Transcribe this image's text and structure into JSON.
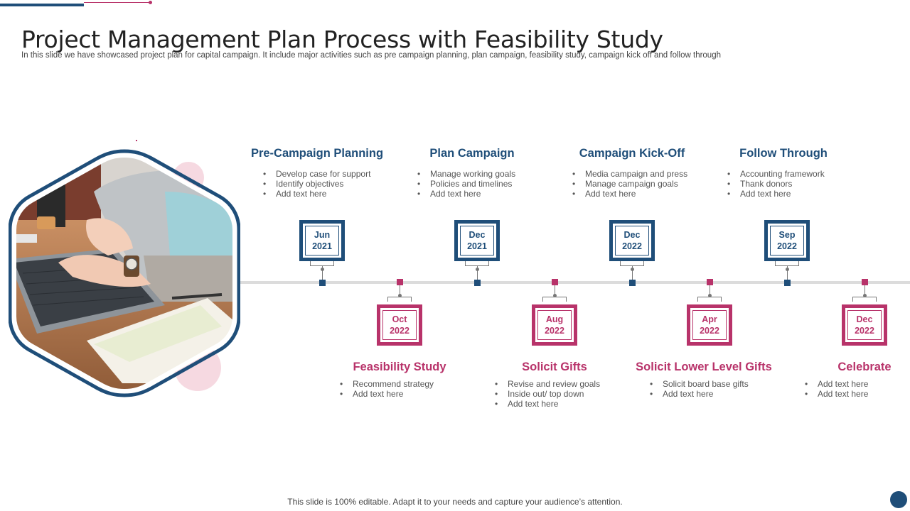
{
  "slide": {
    "title": "Project Management Plan Process with Feasibility Study",
    "subtitle": "In this slide we have showcased project plan for capital campaign. It include major activities such as pre campaign planning, plan campaign, feasibility study, campaign kick off and follow through",
    "footer": "This slide is 100% editable. Adapt it to your needs and capture your audience’s attention."
  },
  "colors": {
    "blue": "#1f4e79",
    "pink": "#b8336a",
    "light_pink": "#f6d9e1",
    "line": "#dcdcdc"
  },
  "image": {
    "description_icon": "laptop-photo"
  },
  "milestones": {
    "top": [
      {
        "title": "Pre-Campaign Planning",
        "month": "Jun",
        "year": "2021",
        "bullets": [
          "Develop case for support",
          "Identify objectives",
          "Add text here"
        ]
      },
      {
        "title": "Plan Campaign",
        "month": "Dec",
        "year": "2021",
        "bullets": [
          "Manage working goals",
          "Policies and timelines",
          "Add text here"
        ]
      },
      {
        "title": "Campaign Kick-Off",
        "month": "Dec",
        "year": "2022",
        "bullets": [
          "Media campaign and press",
          "Manage campaign goals",
          "Add text here"
        ]
      },
      {
        "title": "Follow Through",
        "month": "Sep",
        "year": "2022",
        "bullets": [
          "Accounting framework",
          "Thank donors",
          "Add text here"
        ]
      }
    ],
    "bottom": [
      {
        "title": "Feasibility Study",
        "month": "Oct",
        "year": "2022",
        "bullets": [
          "Recommend strategy",
          "Add text here"
        ]
      },
      {
        "title": "Solicit Gifts",
        "month": "Aug",
        "year": "2022",
        "bullets": [
          "Revise and review goals",
          "Inside out/ top down",
          "Add text here"
        ]
      },
      {
        "title": "Solicit Lower Level Gifts",
        "month": "Apr",
        "year": "2022",
        "bullets": [
          "Solicit board base gifts",
          "Add text here"
        ]
      },
      {
        "title": "Celebrate",
        "month": "Dec",
        "year": "2022",
        "bullets": [
          "Add text here",
          "Add text here"
        ]
      }
    ]
  }
}
